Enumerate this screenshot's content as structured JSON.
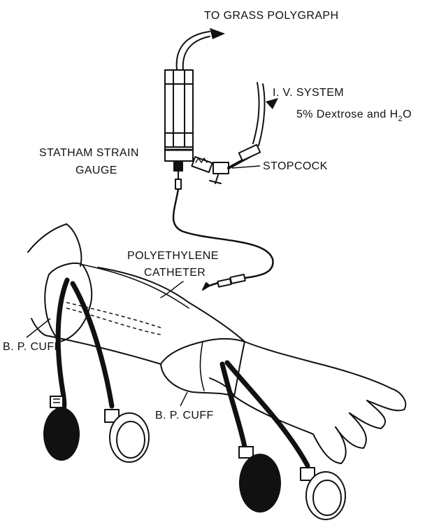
{
  "labels": {
    "to_polygraph": "TO GRASS POLYGRAPH",
    "iv_system_line1": "I. V. SYSTEM",
    "iv_system_line2": "5% Dextrose and H",
    "iv_system_sub": "2",
    "iv_system_tail": "O",
    "strain_gauge_line1": "STATHAM STRAIN",
    "strain_gauge_line2": "GAUGE",
    "stopcock": "STOPCOCK",
    "catheter_line1": "POLYETHYLENE",
    "catheter_line2": "CATHETER",
    "bp_cuff_upper": "B. P. CUFF",
    "bp_cuff_lower": "B. P. CUFF"
  },
  "colors": {
    "ink": "#111111",
    "background": "#ffffff"
  }
}
